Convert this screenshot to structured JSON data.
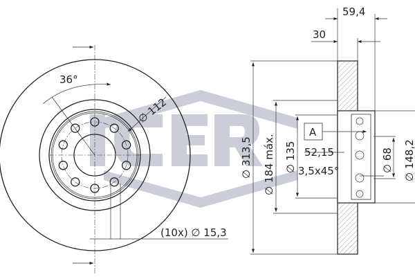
{
  "watermark": {
    "brand": "ICER"
  },
  "front_view": {
    "angle_label": "36°",
    "pcd_label": "∅ 112",
    "holes_label": "(10x) ∅ 15,3",
    "hole_count": 10
  },
  "section_view": {
    "total_height_label": "59,4",
    "thickness_label": "30",
    "outer_diameter_label": "∅ 313,5",
    "max_diameter_label": "∅ 184 máx.",
    "hub_diameter_label": "∅ 135",
    "datum_label": "A",
    "depth_label": "52,15",
    "chamfer_label": "3,5x45°",
    "bore_label": "∅ 68",
    "hat_diameter_label": "∅ 148,2"
  }
}
